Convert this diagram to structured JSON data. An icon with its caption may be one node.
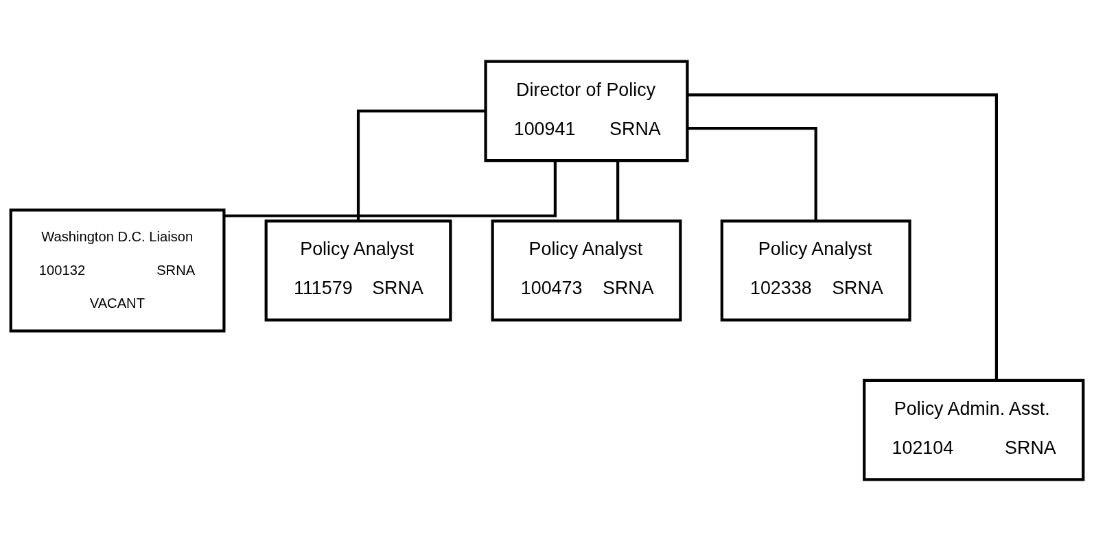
{
  "diagram": {
    "nodes": [
      {
        "text": [
          "Director of Policy",
          "100941",
          "SRNA"
        ]
      },
      {
        "text": [
          "Washington D.C. Liaison",
          "100132",
          "SRNA",
          "VACANT"
        ]
      },
      {
        "text": [
          "Policy Analyst",
          "111579",
          "SRNA"
        ]
      },
      {
        "text": [
          "Policy Analyst",
          "100473",
          "SRNA"
        ]
      },
      {
        "text": [
          "Policy Analyst",
          "102338",
          "SRNA"
        ]
      },
      {
        "text": [
          "Policy Admin. Asst.",
          "102104",
          "SRNA"
        ]
      }
    ],
    "edges": [
      {
        "from": 0,
        "to": 1,
        "arrow": "none"
      },
      {
        "from": 0,
        "to": 2,
        "arrow": "none"
      },
      {
        "from": 0,
        "to": 5,
        "arrow": "none"
      },
      {
        "from": 0,
        "to": 3,
        "arrow": "none"
      },
      {
        "from": 0,
        "to": 4,
        "arrow": "none"
      }
    ]
  }
}
